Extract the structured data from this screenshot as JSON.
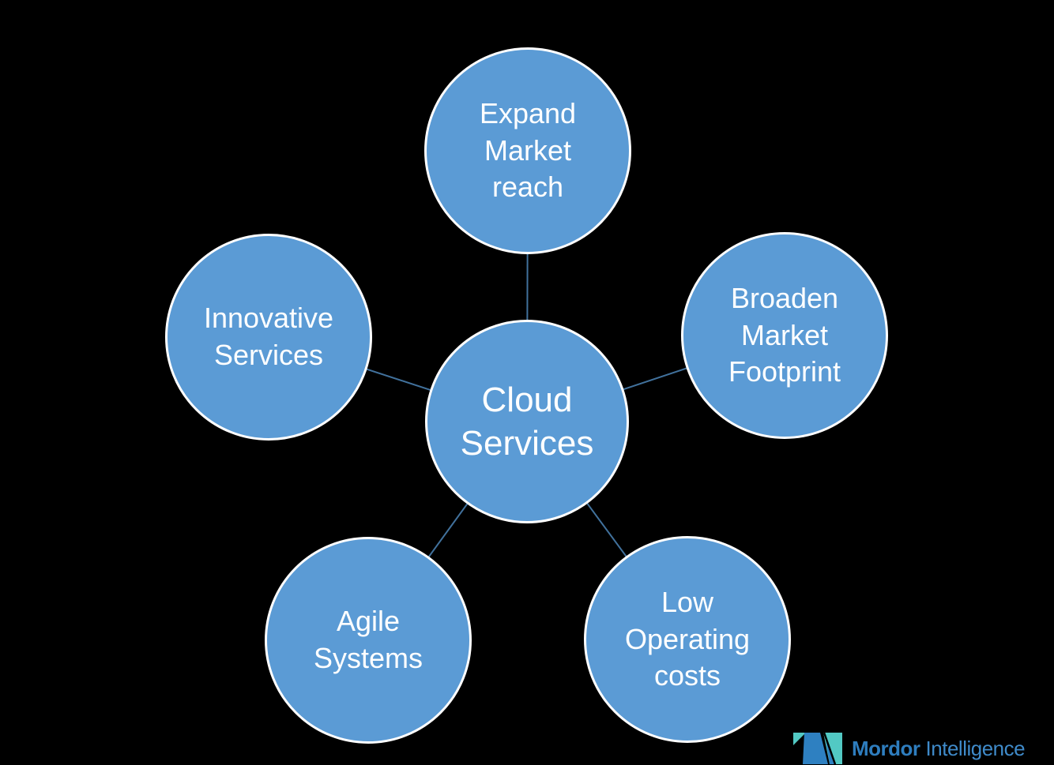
{
  "diagram": {
    "type": "radial-cycle",
    "center": {
      "label": "Cloud Services"
    },
    "nodes": [
      {
        "id": "expand-market-reach",
        "label": "Expand Market reach",
        "position": "top"
      },
      {
        "id": "broaden-market-footprint",
        "label": "Broaden Market Footprint",
        "position": "right"
      },
      {
        "id": "low-operating-costs",
        "label": "Low Operating costs",
        "position": "bottom-right"
      },
      {
        "id": "agile-systems",
        "label": "Agile Systems",
        "position": "bottom-left"
      },
      {
        "id": "innovative-services",
        "label": "Innovative Services",
        "position": "left"
      }
    ],
    "colors": {
      "background": "#000000",
      "circle_fill": "#5B9BD5",
      "circle_border": "#FFFFFF",
      "connector": "#41719C",
      "text": "#FFFFFF"
    }
  },
  "logo": {
    "brand_bold": "Mordor",
    "brand_regular": "Intelligence",
    "text_bold_color": "#2E7DBE",
    "text_regular_color": "#3F8AC9",
    "mark_teal": "#52C9C4",
    "mark_blue": "#2E80C1"
  }
}
